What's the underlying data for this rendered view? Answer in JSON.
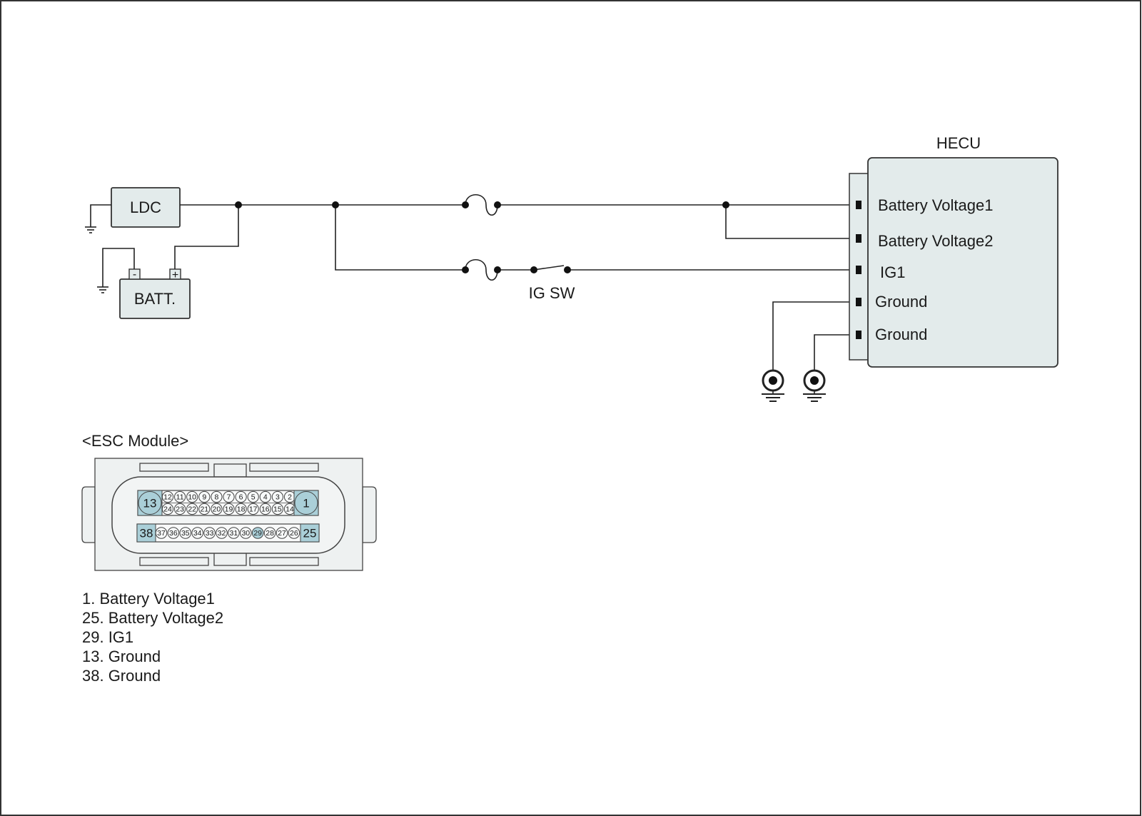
{
  "modules": {
    "ldc": "LDC",
    "batt": "BATT.",
    "batt_minus": "-",
    "batt_plus": "+",
    "hecu": "HECU",
    "ig_sw": "IG SW"
  },
  "hecu_pins": [
    "Battery Voltage1",
    "Battery Voltage2",
    "IG1",
    "Ground",
    "Ground"
  ],
  "connector": {
    "title": "<ESC Module>",
    "row1_small": [
      "12",
      "11",
      "10",
      "9",
      "8",
      "7",
      "6",
      "5",
      "4",
      "3",
      "2"
    ],
    "row2_small": [
      "24",
      "23",
      "22",
      "21",
      "20",
      "19",
      "18",
      "17",
      "16",
      "15",
      "14"
    ],
    "row3_small": [
      "37",
      "36",
      "35",
      "34",
      "33",
      "32",
      "31",
      "30",
      "29",
      "28",
      "27",
      "26"
    ],
    "big_pins": {
      "tl": "13",
      "tr": "1",
      "bl": "38",
      "br": "25"
    },
    "highlight_color": "#aacfd8"
  },
  "legend": [
    "1. Battery Voltage1",
    "25. Battery Voltage2",
    "29. IG1",
    "13. Ground",
    "38. Ground"
  ]
}
